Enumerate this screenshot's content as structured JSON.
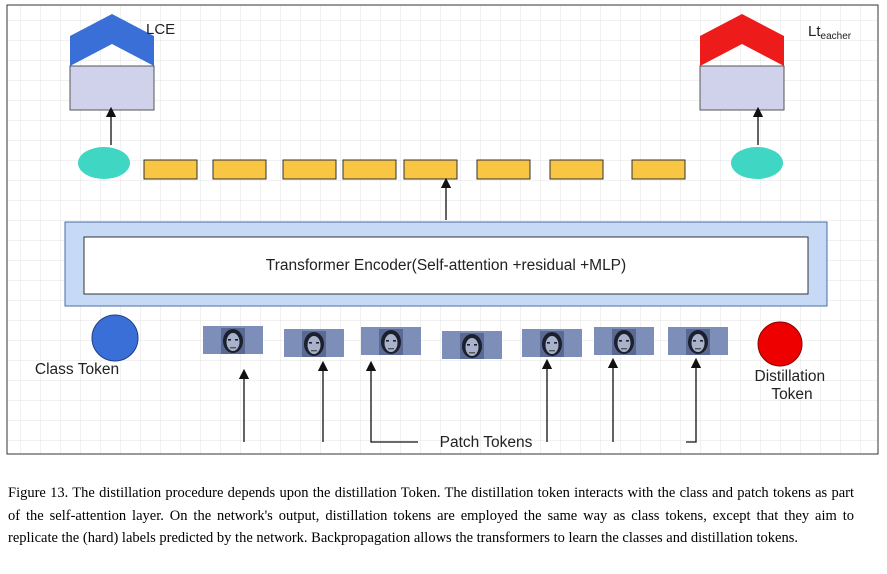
{
  "diagram": {
    "labels": {
      "lce": "LCE",
      "lteacher_main": "Lt",
      "lteacher_sub": "eacher",
      "encoder": "Transformer Encoder(Self-attention +residual +MLP)",
      "class_token": "Class Token",
      "distillation_line1": "Distillation",
      "distillation_line2": "Token",
      "patch_tokens": "Patch Tokens"
    },
    "colors": {
      "class_head": "#3a6fd8",
      "teacher_head": "#ee1b1b",
      "head_body": "#d0d2ec",
      "output_token": "#3fd6c3",
      "patch_output": "#f9c644",
      "encoder_outer": "#c6d9f5",
      "class_token": "#3a6fd8",
      "distillation_token": "#ee0000",
      "grid": "#e3e3e3"
    },
    "icons": [
      "arrow-up-icon",
      "face-image-icon"
    ]
  },
  "caption": {
    "text": "Figure 13. The distillation procedure depends upon the distillation Token. The distillation token interacts with the class and patch tokens as part of the self-attention layer. On the network's output, distillation tokens are employed the same way as class tokens, except that they aim to replicate the (hard) labels predicted by the network. Backpropagation allows the transformers to learn the classes and distillation tokens."
  }
}
